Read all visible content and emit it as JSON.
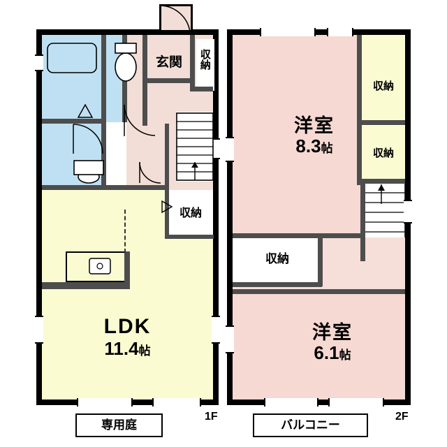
{
  "floorplan": {
    "title": "2-unit floor plan",
    "floors": [
      {
        "tag": "1F",
        "label": "1F"
      },
      {
        "tag": "2F",
        "label": "2F"
      }
    ],
    "colors": {
      "wall": "#000000",
      "ldk_fill": "#fbfbd2",
      "washitsu_fill": "#f6d9d2",
      "bath_fill": "#bfe0f2",
      "hall_fill": "#f2ded7",
      "closet_fill": "#ffffff",
      "corridor_fill": "#f6dfd8",
      "stair_fill": "#ffffff",
      "balcony_fill": "#ffffff",
      "garden_fill": "#ffffff"
    },
    "rooms_1f": [
      {
        "name": "LDK",
        "size": "11.4",
        "unit": "帖"
      },
      {
        "name": "玄関"
      },
      {
        "name": "収納"
      },
      {
        "name": "収納"
      },
      {
        "name": "専用庭"
      }
    ],
    "rooms_2f": [
      {
        "name": "洋室",
        "size": "8.3",
        "unit": "帖"
      },
      {
        "name": "洋室",
        "size": "6.1",
        "unit": "帖"
      },
      {
        "name": "収納"
      },
      {
        "name": "収納"
      },
      {
        "name": "収納"
      },
      {
        "name": "バルコニー"
      }
    ],
    "labels": {
      "ldk_name": "LDK",
      "ldk_size": "11.4",
      "ldk_unit": "帖",
      "genkan": "玄関",
      "closet_entry": "収納",
      "closet_hall": "収納",
      "senyoutei": "専用庭",
      "floor1": "1F",
      "yoshitsu_big_name": "洋室",
      "yoshitsu_big_size": "8.3",
      "yoshitsu_big_unit": "帖",
      "yoshitsu_small_name": "洋室",
      "yoshitsu_small_size": "6.1",
      "yoshitsu_small_unit": "帖",
      "closet_2f_top": "収納",
      "closet_2f_mid": "収納",
      "closet_2f_center": "収納",
      "balcony": "バルコニー",
      "floor2": "2F"
    }
  }
}
